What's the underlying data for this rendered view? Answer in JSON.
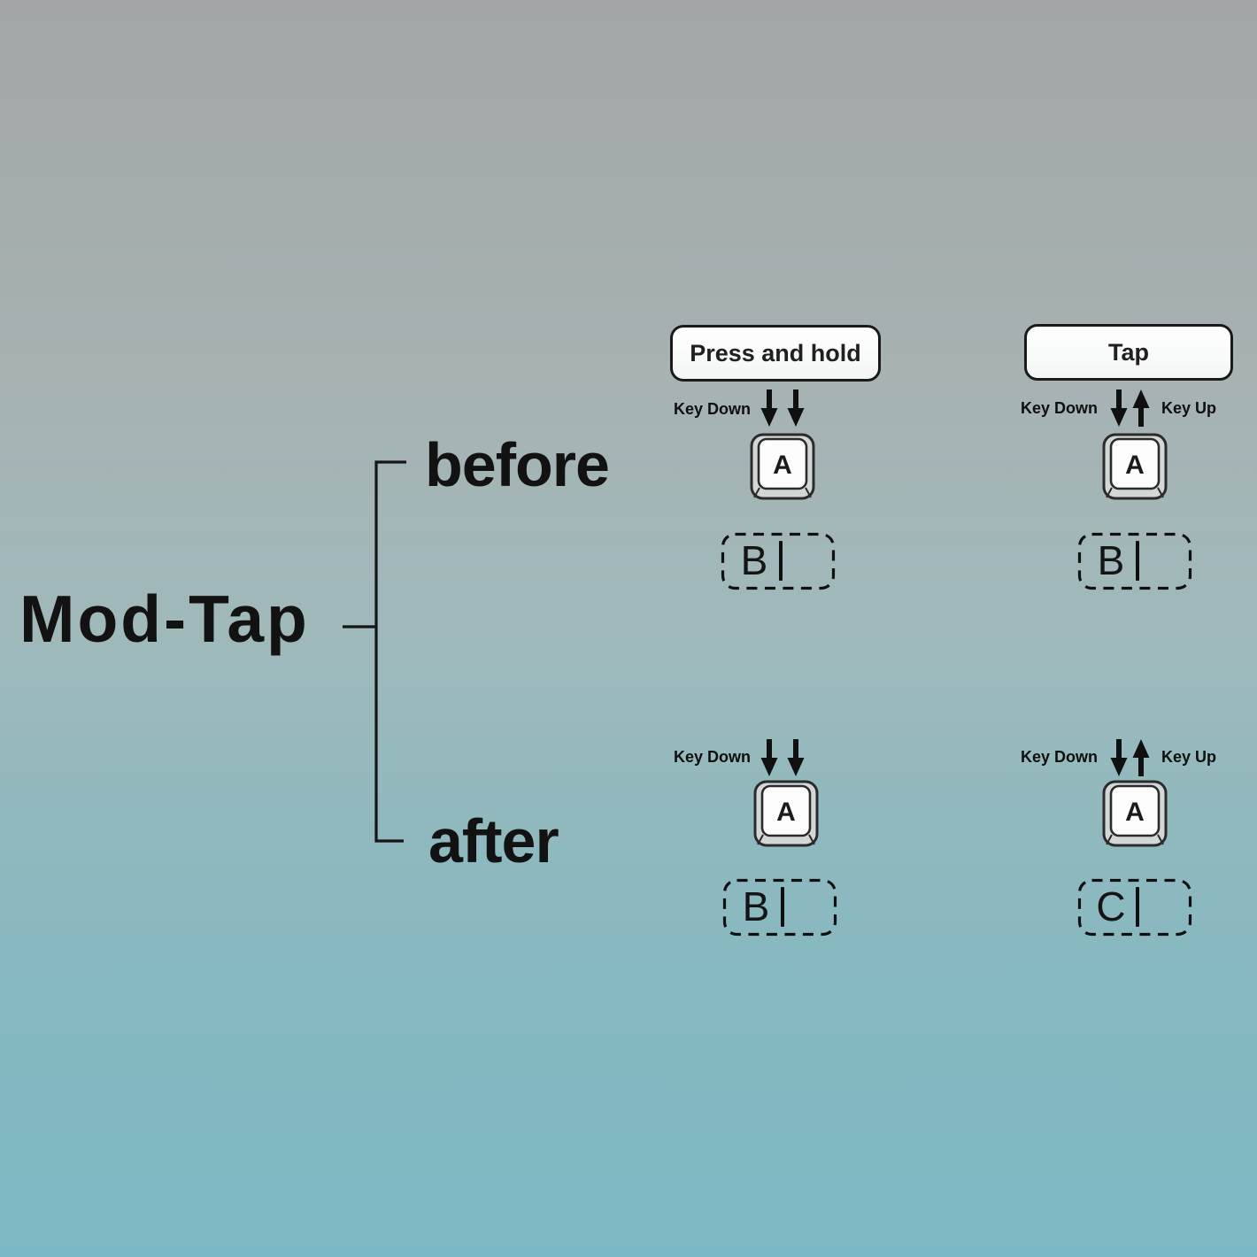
{
  "title": {
    "label": "Mod-Tap"
  },
  "branches": {
    "before": "before",
    "after": "after"
  },
  "labels": {
    "key_down": "Key Down",
    "key_up": "Key Up"
  },
  "scenarios": [
    {
      "name": "before-press-and-hold",
      "action": "Press and hold",
      "key": "A",
      "output": "B"
    },
    {
      "name": "before-tap",
      "action": "Tap",
      "key": "A",
      "output": "B"
    },
    {
      "name": "after-press-and-hold",
      "key": "A",
      "output": "B"
    },
    {
      "name": "after-tap",
      "key": "A",
      "output": "C"
    }
  ],
  "colors": {
    "background_top": "#a2a6a8",
    "background_bottom": "#7cb8c3",
    "ink": "#141414",
    "badge_fill": "#f9fafa",
    "keycap_side": "#d4d7d8",
    "keycap_top": "#fdfdfd"
  }
}
